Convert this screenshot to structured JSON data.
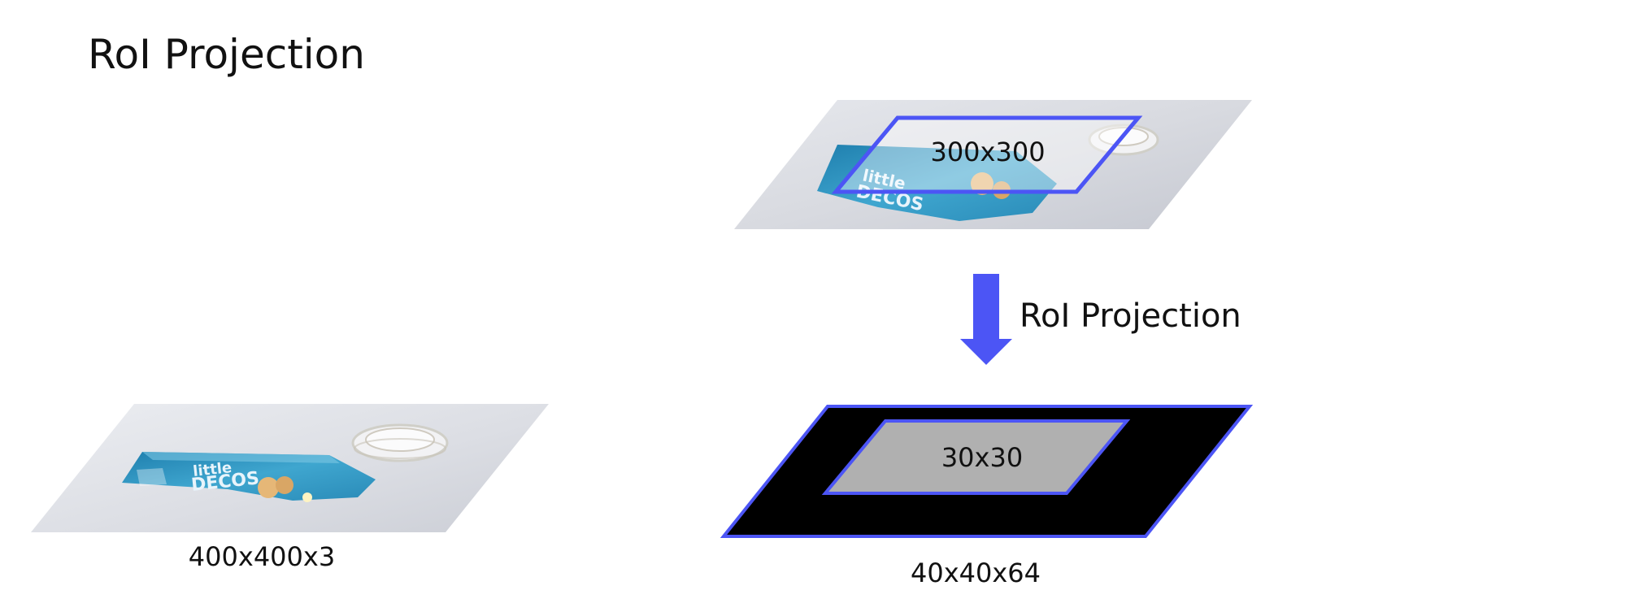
{
  "page": {
    "title": "RoI Projection"
  },
  "input_image": {
    "label": "400x400x3"
  },
  "roi_image": {
    "box_label": "300x300"
  },
  "projection": {
    "arrow_label": "RoI Projection"
  },
  "feature_map": {
    "label": "40x40x64",
    "box_label": "30x30"
  },
  "colors": {
    "accent": "#4c55f5",
    "feature_map_fill": "#000000",
    "roi_fill": "#b0b0b0",
    "photo_bg": "#d6d8de",
    "package": "#2c8fb8",
    "text": "#111111"
  },
  "icons": {
    "arrow": "down-arrow-icon"
  }
}
